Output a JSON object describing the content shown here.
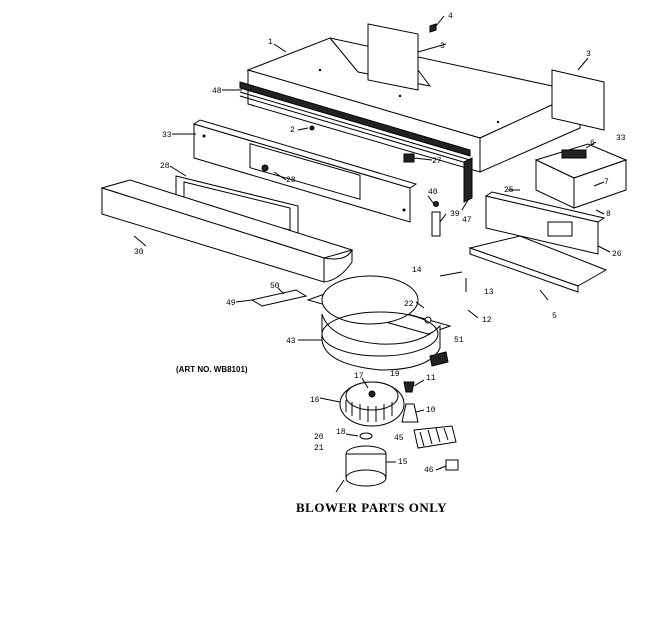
{
  "title": "BLOWER PARTS ONLY",
  "art_no": "(ART NO. WB8101)",
  "callouts": {
    "c1": "1",
    "c3a": "3",
    "c3b": "3",
    "c4": "4",
    "c48": "48",
    "c33a": "33",
    "c33b": "33",
    "c6": "6",
    "c2": "2",
    "c27": "27",
    "c28a": "28",
    "c28b": "28",
    "c30": "30",
    "c7": "7",
    "c25": "25",
    "c8": "8",
    "c40": "40",
    "c39": "39",
    "c47": "47",
    "c26": "26",
    "c14": "14",
    "c13": "13",
    "c50": "50",
    "c49": "49",
    "c22": "22",
    "c12": "12",
    "c5": "5",
    "c51": "51",
    "c43": "43",
    "c17": "17",
    "c19": "19",
    "c11": "11",
    "c16": "16",
    "c10": "10",
    "c18": "18",
    "c20": "20",
    "c21": "21",
    "c45": "45",
    "c15": "15",
    "c46": "46"
  }
}
